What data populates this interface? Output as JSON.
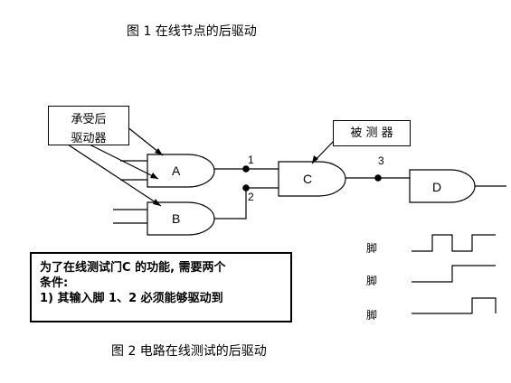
{
  "figure1_caption": "图 1   在线节点的后驱动",
  "figure2_caption": "图 2   电路在线测试的后驱动",
  "callout_backdriver": {
    "line1": "承受后",
    "line2": "驱动器"
  },
  "callout_dut": "被 测 器",
  "gates": {
    "a": "A",
    "b": "B",
    "c": "C",
    "d": "D"
  },
  "pins": {
    "p1": "1",
    "p2": "2",
    "p3": "3"
  },
  "waveforms": [
    {
      "label": "脚"
    },
    {
      "label": "脚"
    },
    {
      "label": "脚"
    }
  ],
  "note": {
    "line1": "为了在线测试门C 的功能, 需要两个",
    "line2": "条件:",
    "line3": "1)   其输入脚 1、2 必须能够驱动到"
  }
}
